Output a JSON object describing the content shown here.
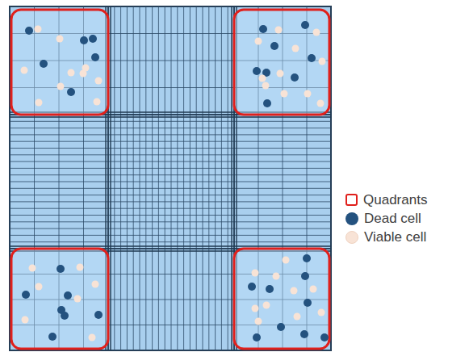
{
  "diagram": {
    "legend": [
      {
        "text": "Quadrants"
      },
      {
        "text": "Dead cell",
        "color": "#24527f"
      },
      {
        "text": "Viable cell",
        "color": "#f8e3d6"
      }
    ]
  }
}
